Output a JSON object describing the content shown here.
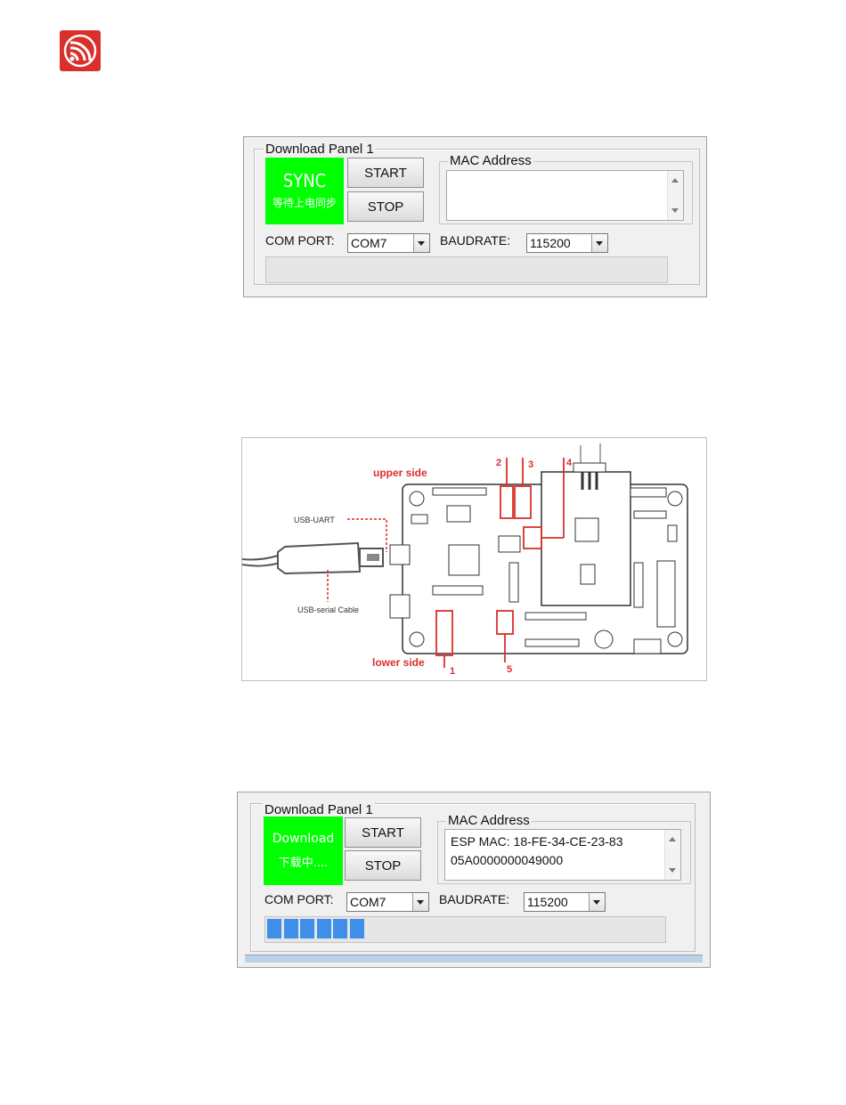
{
  "logo": {
    "icon": "espressif-logo-icon",
    "color": "#d9302c"
  },
  "panel1": {
    "title": "Download Panel 1",
    "status_main": "SYNC",
    "status_sub": "等待上电同步",
    "start_label": "START",
    "stop_label": "STOP",
    "mac_title": "MAC Address",
    "mac_lines": [
      "",
      ""
    ],
    "com_label": "COM PORT:",
    "com_value": "COM7",
    "baud_label": "BAUDRATE:",
    "baud_value": "115200",
    "progress": 0
  },
  "figure": {
    "upper_side": "upper side",
    "lower_side": "lower side",
    "usb_uart": "USB-UART",
    "usb_cable": "USB-serial Cable",
    "markers": [
      "1",
      "2",
      "3",
      "4",
      "5"
    ]
  },
  "panel2": {
    "title": "Download Panel 1",
    "status_main": "Download",
    "status_sub": "下载中....",
    "start_label": "START",
    "stop_label": "STOP",
    "mac_title": "MAC Address",
    "mac_lines": [
      "ESP MAC:  18-FE-34-CE-23-83",
      "05A0000000049000"
    ],
    "com_label": "COM PORT:",
    "com_value": "COM7",
    "baud_label": "BAUDRATE:",
    "baud_value": "115200",
    "progress_segments": 6
  },
  "colors": {
    "status_green": "#00ff00",
    "progress_blue": "#3d8fe8",
    "annotation_red": "#d9302c"
  }
}
